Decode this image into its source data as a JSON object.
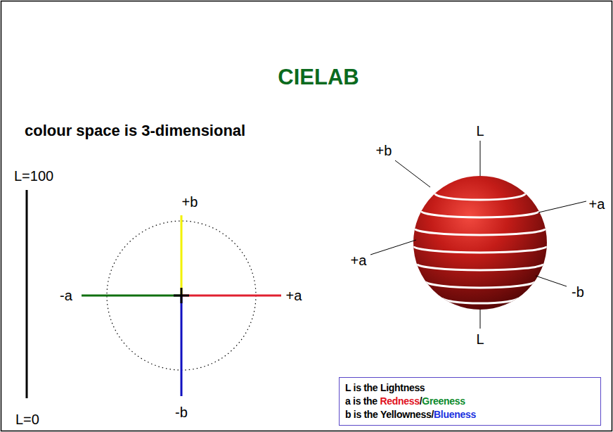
{
  "diagram": {
    "title": "CIELAB",
    "nodes": [
      {
        "text": [
          "L is the Lightness",
          "a is the ",
          "Redness",
          "/",
          "Greeness",
          "b is the ",
          "Yellowness",
          "/",
          "Blueness"
        ]
      }
    ],
    "labels": [
      "colour space is 3-dimensional",
      "L=100",
      "L=0",
      "+b",
      "-a",
      "+a",
      "-b",
      "L",
      "+b",
      "+a",
      "+a",
      "-b",
      "L"
    ]
  }
}
